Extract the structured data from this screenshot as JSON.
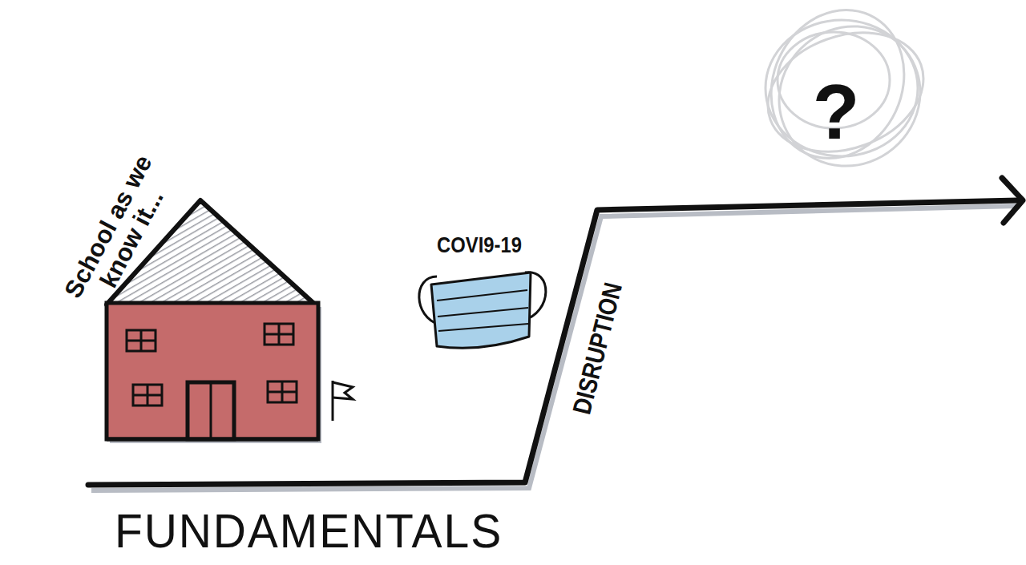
{
  "diagram": {
    "labels": [
      "School as we know it...",
      "COVI9-19",
      "DISRUPTION",
      "FUNDAMENTALS",
      "?"
    ]
  }
}
